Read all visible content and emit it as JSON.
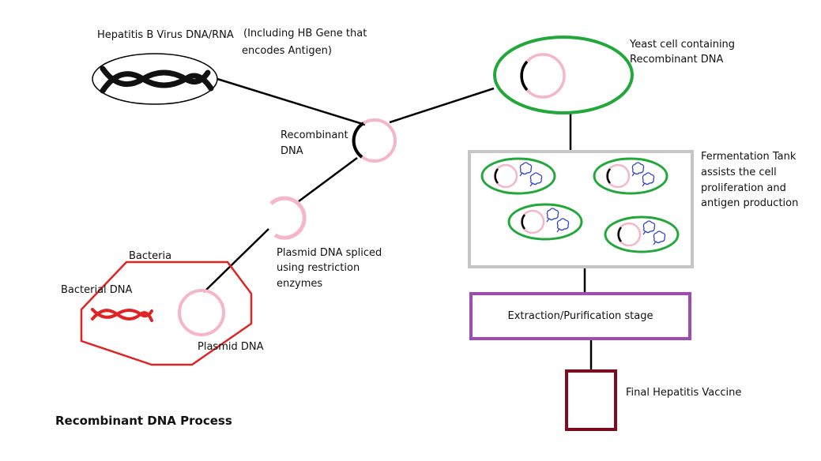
{
  "colors": {
    "plasmid_pink": "#f4b6c8",
    "bacteria_red": "#e02424",
    "yeast_green": "#22a83a",
    "tank_gray": "#c6c6c6",
    "extraction_purple": "#9e4cb1",
    "vaccine_maroon": "#7d0c1e",
    "antigen_blue": "#3246c4",
    "line_black": "#000000"
  },
  "labels": {
    "virus_title": "Hepatitis B Virus DNA/RNA",
    "virus_note_line1": "(Including HB Gene that",
    "virus_note_line2": "encodes Antigen)",
    "yeast_line1": "Yeast cell containing",
    "yeast_line2": "Recombinant DNA",
    "recombinant_line1": "Recombinant",
    "recombinant_line2": "DNA",
    "fermentation_line1": "Fermentation Tank",
    "fermentation_line2": "assists the cell",
    "fermentation_line3": "proliferation and",
    "fermentation_line4": "antigen production",
    "plasmid_spliced_line1": "Plasmid DNA spliced",
    "plasmid_spliced_line2": "using restriction",
    "plasmid_spliced_line3": "enzymes",
    "bacteria": "Bacteria",
    "bacterial_dna": "Bacterial DNA",
    "plasmid_dna": "Plasmid DNA",
    "extraction_stage": "Extraction/Purification stage",
    "final_vaccine": "Final Hepatitis Vaccine",
    "diagram_title": "Recombinant DNA Process"
  },
  "icons": [
    "dna-helix-icon",
    "plasmid-ring-icon",
    "antigen-bubble-icon"
  ]
}
